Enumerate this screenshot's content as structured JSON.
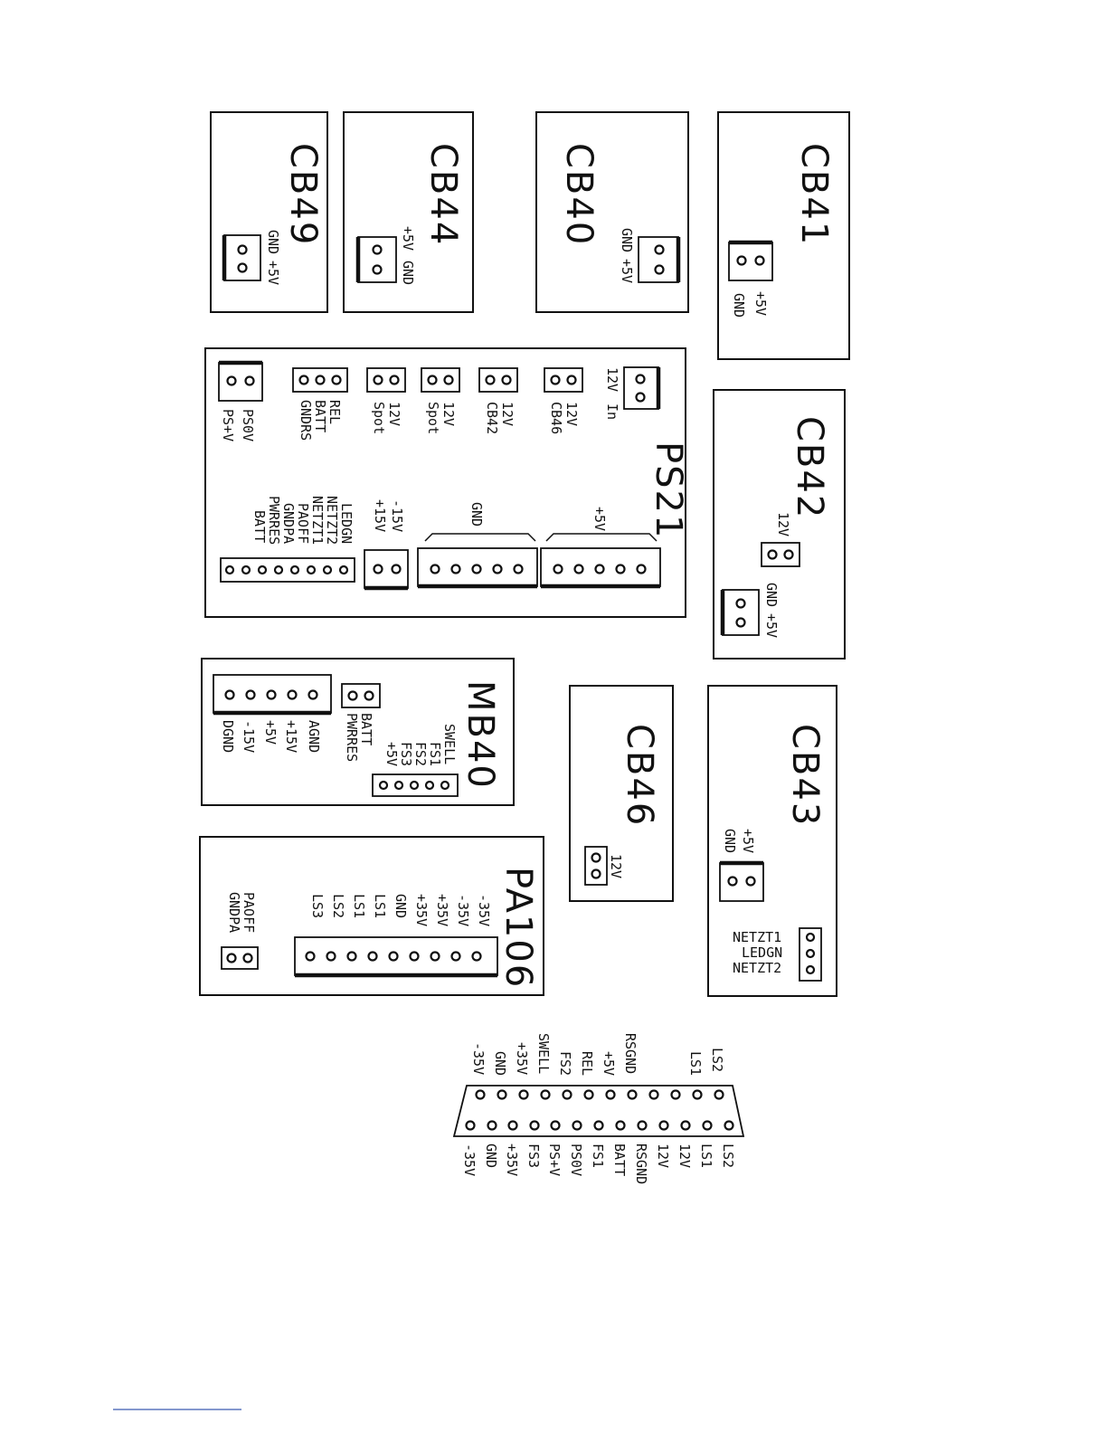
{
  "boards": {
    "cb49": {
      "title": "CB49",
      "pins": [
        "GND",
        "+5V"
      ]
    },
    "cb44": {
      "title": "CB44",
      "pins": [
        "+5V",
        "GND"
      ]
    },
    "cb40": {
      "title": "CB40",
      "pins": [
        "GND",
        "+5V"
      ]
    },
    "cb41": {
      "title": "CB41",
      "pins": [
        "+5V",
        "GND"
      ]
    },
    "ps21": {
      "title": "PS21",
      "top_connectors": [
        {
          "labels": [
            "PS0V",
            "PS+V"
          ]
        },
        {
          "labels": [
            "REL",
            "BATT",
            "GNDRS"
          ]
        },
        {
          "labels": [
            "12V",
            "Spot"
          ]
        },
        {
          "labels": [
            "12V",
            "Spot"
          ]
        },
        {
          "labels": [
            "12V",
            "CB42"
          ]
        },
        {
          "labels": [
            "12V",
            "CB46"
          ]
        },
        {
          "labels": [
            "12V",
            "In"
          ]
        }
      ],
      "bottom_left_labels": [
        "LEDGN",
        "NETZT2",
        "NETZT1",
        "PAOFF",
        "GNDPA",
        "PWRRES",
        "BATT"
      ],
      "supply_labels": [
        "-15V",
        "+15V"
      ],
      "gnd_label": "GND",
      "p5v_label": "+5V"
    },
    "cb42": {
      "title": "CB42",
      "pin_12v": "12V",
      "pins": [
        "GND",
        "+5V"
      ]
    },
    "mb40": {
      "title": "MB40",
      "left_labels": [
        "AGND",
        "+15V",
        "+5V",
        "-15V",
        "DGND"
      ],
      "mid_labels": [
        "BATT",
        "PWRRES"
      ],
      "right_labels": [
        "SWELL",
        "FS1",
        "FS2",
        "FS3",
        "+5V"
      ]
    },
    "cb46": {
      "title": "CB46",
      "pin_label": "12V"
    },
    "cb43": {
      "title": "CB43",
      "pins": [
        "+5V",
        "GND"
      ],
      "netzt": [
        "NETZT1",
        "LEDGN",
        "NETZT2"
      ]
    },
    "pa106": {
      "title": "PA106",
      "labels": [
        "-35V",
        "-35V",
        "+35V",
        "+35V",
        "GND",
        "LS1",
        "LS1",
        "LS2",
        "LS3"
      ],
      "small_labels": [
        "PAOFF",
        "GNDPA"
      ]
    }
  },
  "dsub": {
    "top_labels": [
      "LS2",
      "LS1",
      "",
      "",
      "RSGND",
      "+5V",
      "REL",
      "FS2",
      "SWELL",
      "+35V",
      "GND",
      "-35V"
    ],
    "bottom_labels": [
      "LS2",
      "LS1",
      "12V",
      "12V",
      "RSGND",
      "BATT",
      "FS1",
      "PS0V",
      "PS+V",
      "FS3",
      "+35V",
      "GND",
      "-35V"
    ]
  }
}
